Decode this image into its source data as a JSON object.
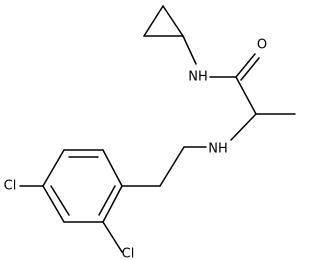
{
  "structure": {
    "atoms": {
      "oxygen": "O",
      "amide_nitrogen": "NH",
      "amine_nitrogen": "NH",
      "chlorine_para": "Cl",
      "chlorine_ortho": "Cl"
    }
  }
}
